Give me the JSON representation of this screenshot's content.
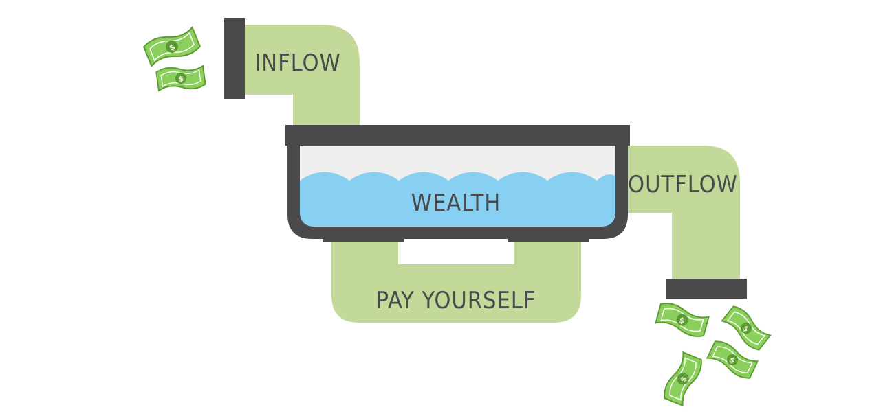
{
  "labels": {
    "inflow": "INFLOW",
    "outflow": "OUTFLOW",
    "wealth": "WEALTH",
    "pay_yourself": "PAY YOURSELF"
  },
  "colors": {
    "pipe": "#c3d99a",
    "pipe_frame": "#4a4a4c",
    "water": "#87d0f2",
    "tank_air": "#efefef",
    "label_text": "#4a4a4c",
    "bill_light": "#8bcf5d",
    "bill_dark": "#5c9a33"
  },
  "icons": {
    "bills": "dollar-bill-icon"
  }
}
